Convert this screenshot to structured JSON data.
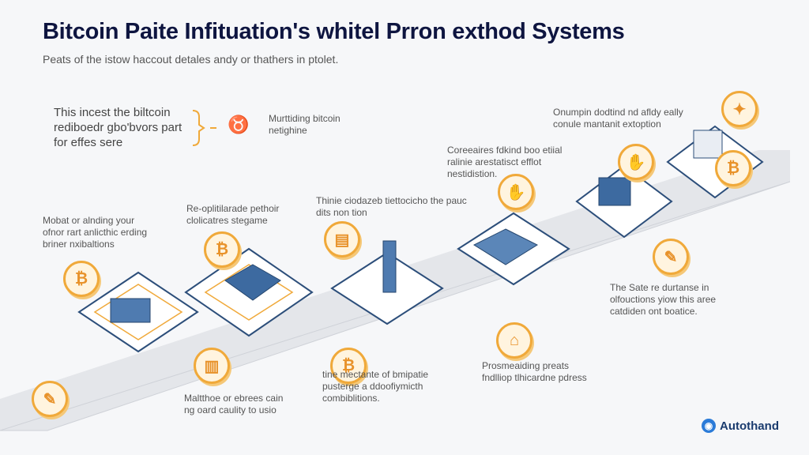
{
  "header": {
    "title": "Bitcoin Paite Infituation's whitel Prron exthod Systems",
    "subtitle": "Peats of the istow haccout detales andy or thathers in ptolet."
  },
  "intro": {
    "text_lines": [
      "This incest the biltcoin",
      "rediboedr gbo'bvors part",
      "for effes sere"
    ],
    "callout": [
      "Murttiding bitcoin",
      "netighine"
    ]
  },
  "labels": [
    {
      "lines": [
        "Mobat or alnding your",
        "ofnor rart anlicthic erding",
        "briner nxibaltions"
      ]
    },
    {
      "lines": [
        "Re-oplitilarade pethoir",
        "clolicatres stegame"
      ]
    },
    {
      "lines": [
        "Thinie ciodazeb tiettocicho the pauc",
        "dits non tion"
      ]
    },
    {
      "lines": [
        "Coreeaires fdkind boo etiial",
        "ralinie arestatisct efflot",
        "nestidistion."
      ]
    },
    {
      "lines": [
        "Onumpin dodtind nd afldy eally",
        "conule mantanit extoption"
      ]
    },
    {
      "lines": [
        "The Sate re durtanse in",
        "olfouctions yiow this aree",
        "catdiden ont boatice."
      ]
    },
    {
      "lines": [
        "Prosmeaiding preats",
        "fndlliop tlhicardne pdress"
      ]
    },
    {
      "lines": [
        "tine mectante of bmipatie",
        "pusterge a ddoofiymicth",
        "combiblitions."
      ]
    },
    {
      "lines": [
        "Maltthoe or ebrees cain",
        "ng oard caulity to usio"
      ]
    }
  ],
  "brand": {
    "name": "Autothand"
  },
  "colors": {
    "accent": "#f0a93a",
    "navy": "#0e1540",
    "blue": "#3d6aa0"
  }
}
